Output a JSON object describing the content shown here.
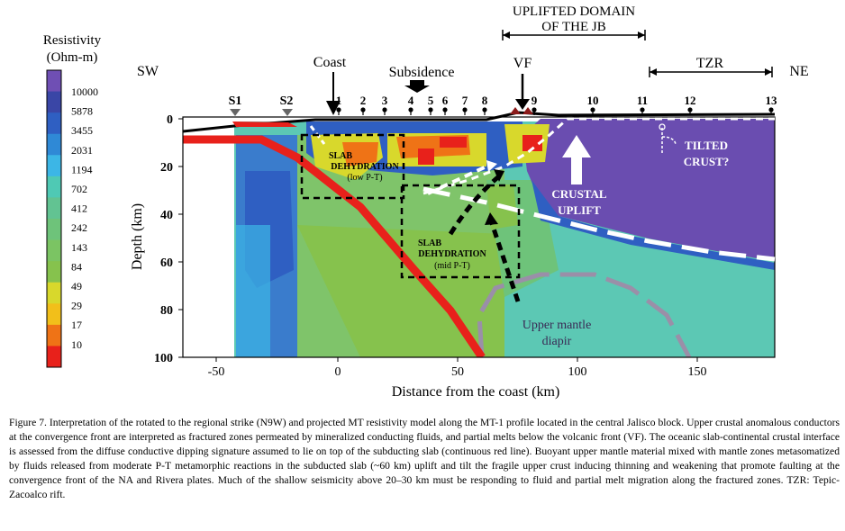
{
  "figure": {
    "colorbar": {
      "title_line1": "Resistivity",
      "title_line2": "(Ohm-m)",
      "ticks": [
        "10000",
        "5878",
        "3455",
        "2031",
        "1194",
        "702",
        "412",
        "242",
        "143",
        "84",
        "49",
        "29",
        "17",
        "10"
      ],
      "colors": [
        "#6f4fb4",
        "#3a46a6",
        "#2f5fc2",
        "#2f89d6",
        "#3cb6e6",
        "#4fc9b4",
        "#62c392",
        "#6ec37a",
        "#7bc463",
        "#86c24d",
        "#d8d82c",
        "#f2bf1a",
        "#ef7316",
        "#e8211b"
      ]
    },
    "direction_left": "SW",
    "direction_right": "NE",
    "labels": {
      "coast": "Coast",
      "subsidence": "Subsidence",
      "vf": "VF",
      "uplifted_line1": "UPLIFTED DOMAIN",
      "uplifted_line2": "OF THE JB",
      "tzr": "TZR",
      "s1": "S1",
      "s2": "S2",
      "slab_low_line1": "SLAB",
      "slab_low_line2": "DEHYDRATION",
      "slab_low_line3": "(low P-T)",
      "slab_mid_line1": "SLAB",
      "slab_mid_line2": "DEHYDRATION",
      "slab_mid_line3": "(mid P-T)",
      "crustal_line1": "CRUSTAL",
      "crustal_line2": "UPLIFT",
      "tilted_line1": "TILTED",
      "tilted_line2": "CRUST?",
      "mantle_line1": "Upper mantle",
      "mantle_line2": "diapir"
    },
    "stations": [
      "1",
      "2",
      "3",
      "4",
      "5",
      "6",
      "7",
      "8",
      "9",
      "10",
      "11",
      "12",
      "13"
    ],
    "axes": {
      "xlabel": "Distance from the coast (km)",
      "ylabel": "Depth (km)",
      "xticks": [
        "-50",
        "0",
        "50",
        "100",
        "150"
      ],
      "yticks": [
        "0",
        "20",
        "40",
        "60",
        "80",
        "100"
      ]
    }
  },
  "caption": "Figure 7. Interpretation of the rotated to the regional strike (N9W) and projected MT resistivity model along the MT-1 profile located in the central Jalisco block. Upper crustal anomalous conductors at the convergence front are interpreted as fractured zones permeated by mineralized conducting fluids, and partial melts below the volcanic front (VF). The oceanic slab-continental crustal interface is assessed from the diffuse conductive dipping signature assumed to lie on top of the subducting slab (continuous red line). Buoyant upper mantle material mixed with mantle zones metasomatized by fluids released from moderate P-T metamorphic reactions in the subducted slab (~60 km) uplift and tilt the fragile upper crust inducing thinning and weakening that promote faulting at the convergence front of the NA and Rivera plates. Much of the shallow seismicity above 20–30 km must be responding to fluid and partial melt migration along the fractured zones. TZR: Tepic-Zacoalco rift."
}
